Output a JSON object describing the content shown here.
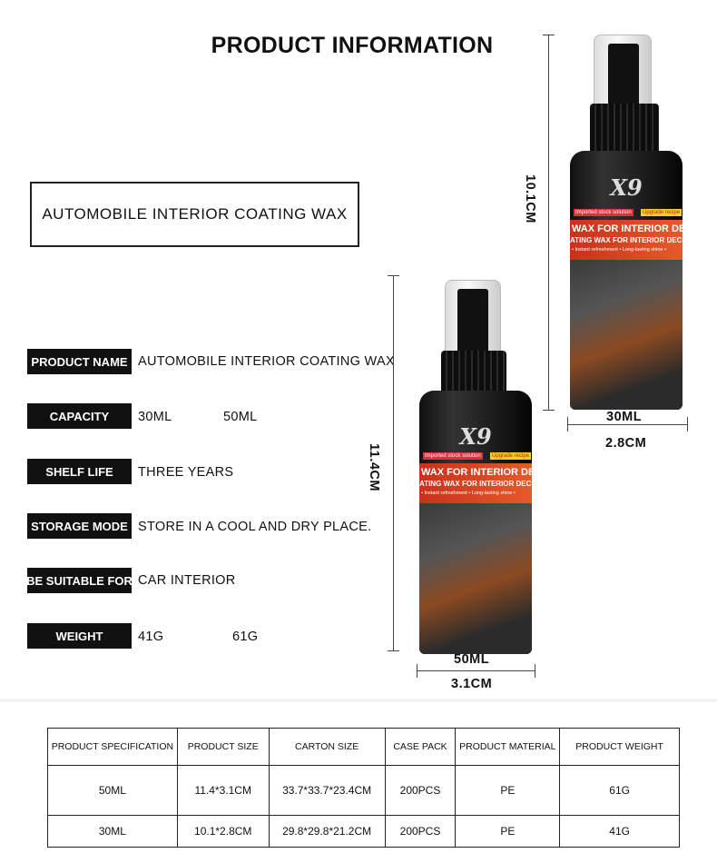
{
  "title": "PRODUCT INFORMATION",
  "product_title": "AUTOMOBILE INTERIOR COATING WAX",
  "specs": [
    {
      "label": "PRODUCT NAME",
      "value": "AUTOMOBILE INTERIOR COATING WAX",
      "value2": ""
    },
    {
      "label": "CAPACITY",
      "value": "30ML",
      "value2": "50ML"
    },
    {
      "label": "SHELF LIFE",
      "value": "THREE YEARS",
      "value2": ""
    },
    {
      "label": "STORAGE MODE",
      "value": "STORE IN A COOL AND DRY PLACE.",
      "value2": ""
    },
    {
      "label": "BE SUITABLE FOR",
      "value": "CAR INTERIOR",
      "value2": ""
    },
    {
      "label": "WEIGHT",
      "value": "41G",
      "value2": "61G"
    }
  ],
  "bottle_label": {
    "logo": "X9",
    "tag1": "Imported stock solution",
    "tag2": "Upgrade recipe",
    "headline": "WAX FOR INTERIOR DE",
    "subline": "ATING WAX FOR INTERIOR DECO",
    "features": "• Instant refreshment • Long-lasting shine •"
  },
  "bottle_large": {
    "height": "11.4CM",
    "capacity": "50ML",
    "width": "3.1CM"
  },
  "bottle_small": {
    "height": "10.1CM",
    "capacity": "30ML",
    "width": "2.8CM"
  },
  "table": {
    "headers": [
      "PRODUCT SPECIFICATION",
      "PRODUCT SIZE",
      "CARTON SIZE",
      "CASE PACK",
      "PRODUCT MATERIAL",
      "PRODUCT WEIGHT"
    ],
    "rows": [
      [
        "50ML",
        "11.4*3.1CM",
        "33.7*33.7*23.4CM",
        "200PCS",
        "PE",
        "61G"
      ],
      [
        "30ML",
        "10.1*2.8CM",
        "29.8*29.8*21.2CM",
        "200PCS",
        "PE",
        "41G"
      ]
    ]
  }
}
